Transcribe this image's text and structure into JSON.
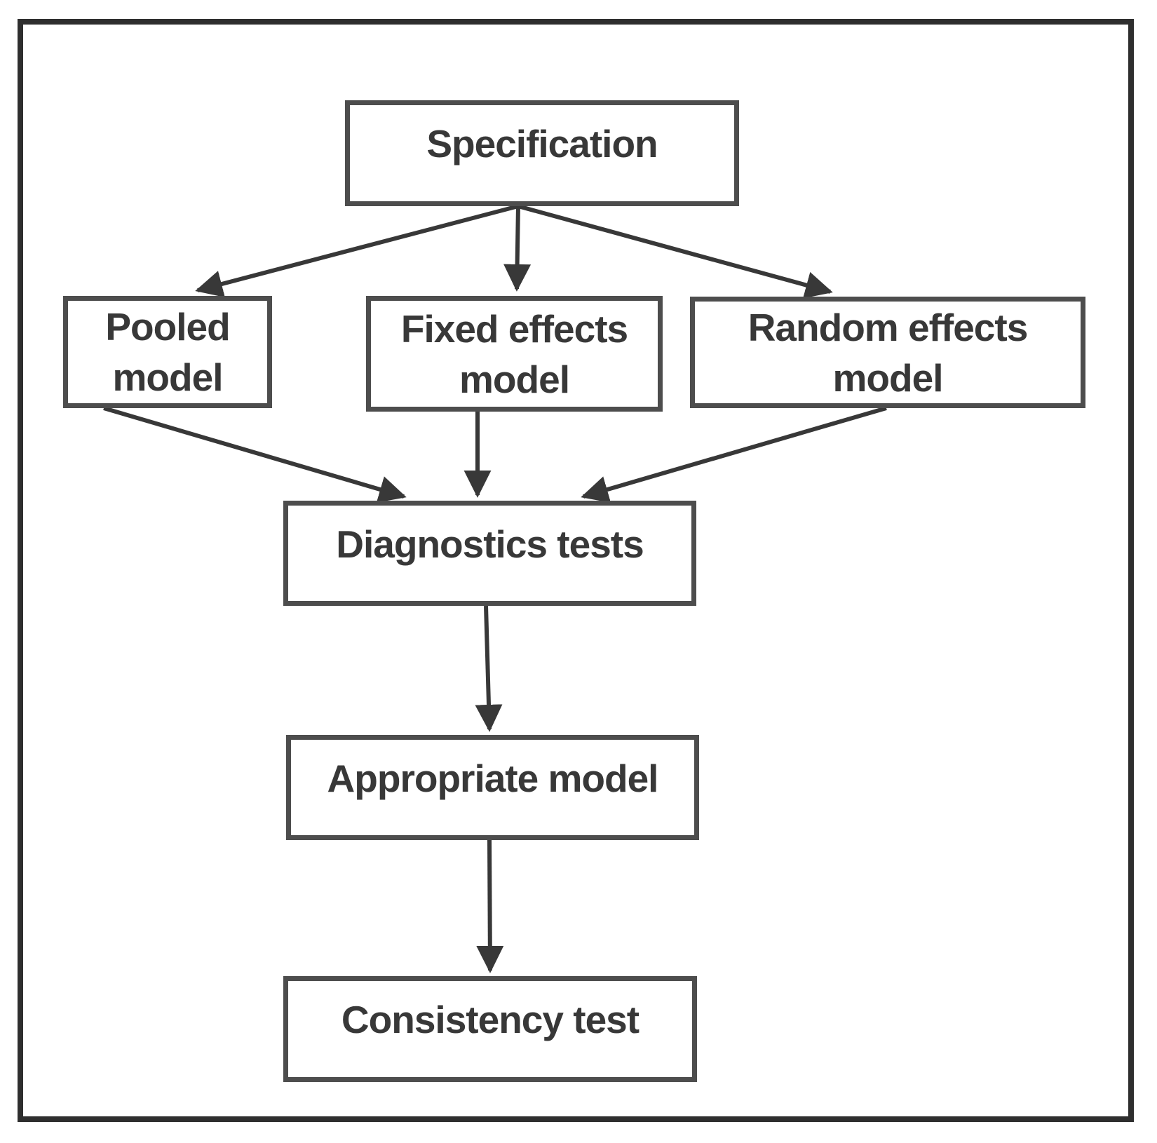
{
  "colors": {
    "background": "#ffffff",
    "frame": "#2e2e2e",
    "box_border": "#4d4d4d",
    "text": "#383838",
    "arrow": "#383838"
  },
  "diagram": {
    "type": "flowchart",
    "nodes": {
      "specification": {
        "label": "Specification"
      },
      "pooled": {
        "label": "Pooled model"
      },
      "fixed": {
        "label": "Fixed effects model"
      },
      "random": {
        "label": "Random effects model"
      },
      "diagnostics": {
        "label": "Diagnostics tests"
      },
      "appropriate": {
        "label": "Appropriate model"
      },
      "consistency": {
        "label": "Consistency test"
      }
    },
    "edges": [
      {
        "from": "specification",
        "to": "pooled"
      },
      {
        "from": "specification",
        "to": "fixed"
      },
      {
        "from": "specification",
        "to": "random"
      },
      {
        "from": "pooled",
        "to": "diagnostics"
      },
      {
        "from": "fixed",
        "to": "diagnostics"
      },
      {
        "from": "random",
        "to": "diagnostics"
      },
      {
        "from": "diagnostics",
        "to": "appropriate"
      },
      {
        "from": "appropriate",
        "to": "consistency"
      }
    ]
  }
}
